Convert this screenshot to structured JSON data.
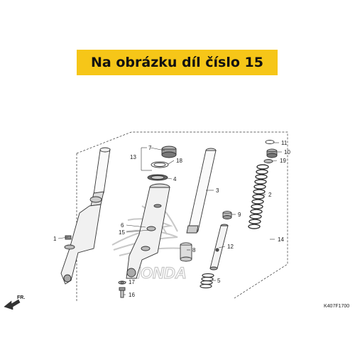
{
  "banner": {
    "text": "Na obrázku díl číslo 15",
    "background": "#f6c618"
  },
  "diagram": {
    "callouts": {
      "c1": "1",
      "c2": "2",
      "c3": "3",
      "c4": "4",
      "c5": "5",
      "c6": "6",
      "c7": "7",
      "c8": "8",
      "c9": "9",
      "c10": "10",
      "c11": "11",
      "c12": "12",
      "c13": "13",
      "c14": "14",
      "c15": "15",
      "c16": "16",
      "c17": "17",
      "c18": "18",
      "c19": "19"
    },
    "direction_label": "FR.",
    "diagram_code": "K407F1700",
    "watermark": "HONDA"
  }
}
